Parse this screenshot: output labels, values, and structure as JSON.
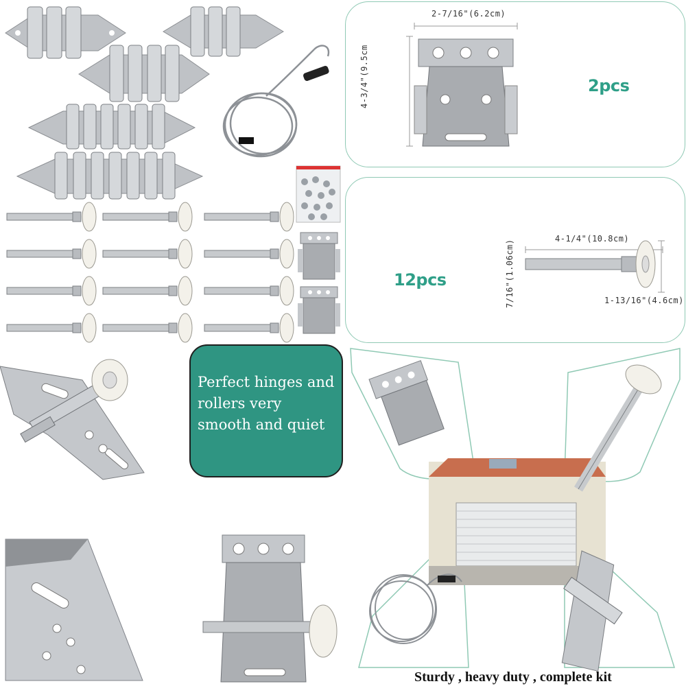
{
  "colors": {
    "accent": "#2f9582",
    "panel_border": "#8fc9b4",
    "steel": "#b9bcc0",
    "roller_white": "#f3f1ea"
  },
  "bracket_panel": {
    "width_label": "2-7/16\"(6.2cm)",
    "height_label": "4-3/4\"(9.5cm",
    "quantity": "2pcs"
  },
  "roller_panel": {
    "length_label": "4-1/4\"(10.8cm)",
    "shaft_label": "7/16\"(1.06cm)",
    "wheel_label": "1-13/16\"(4.6cm)",
    "quantity": "12pcs"
  },
  "callout": {
    "text": "Perfect hinges and rollers very smooth and quiet"
  },
  "caption": {
    "text": "Sturdy , heavy duty , complete kit"
  },
  "icons": [
    "hinge-icon",
    "cable-icon",
    "bracket-icon",
    "roller-icon",
    "screws-bag-icon",
    "garage-door-icon"
  ]
}
